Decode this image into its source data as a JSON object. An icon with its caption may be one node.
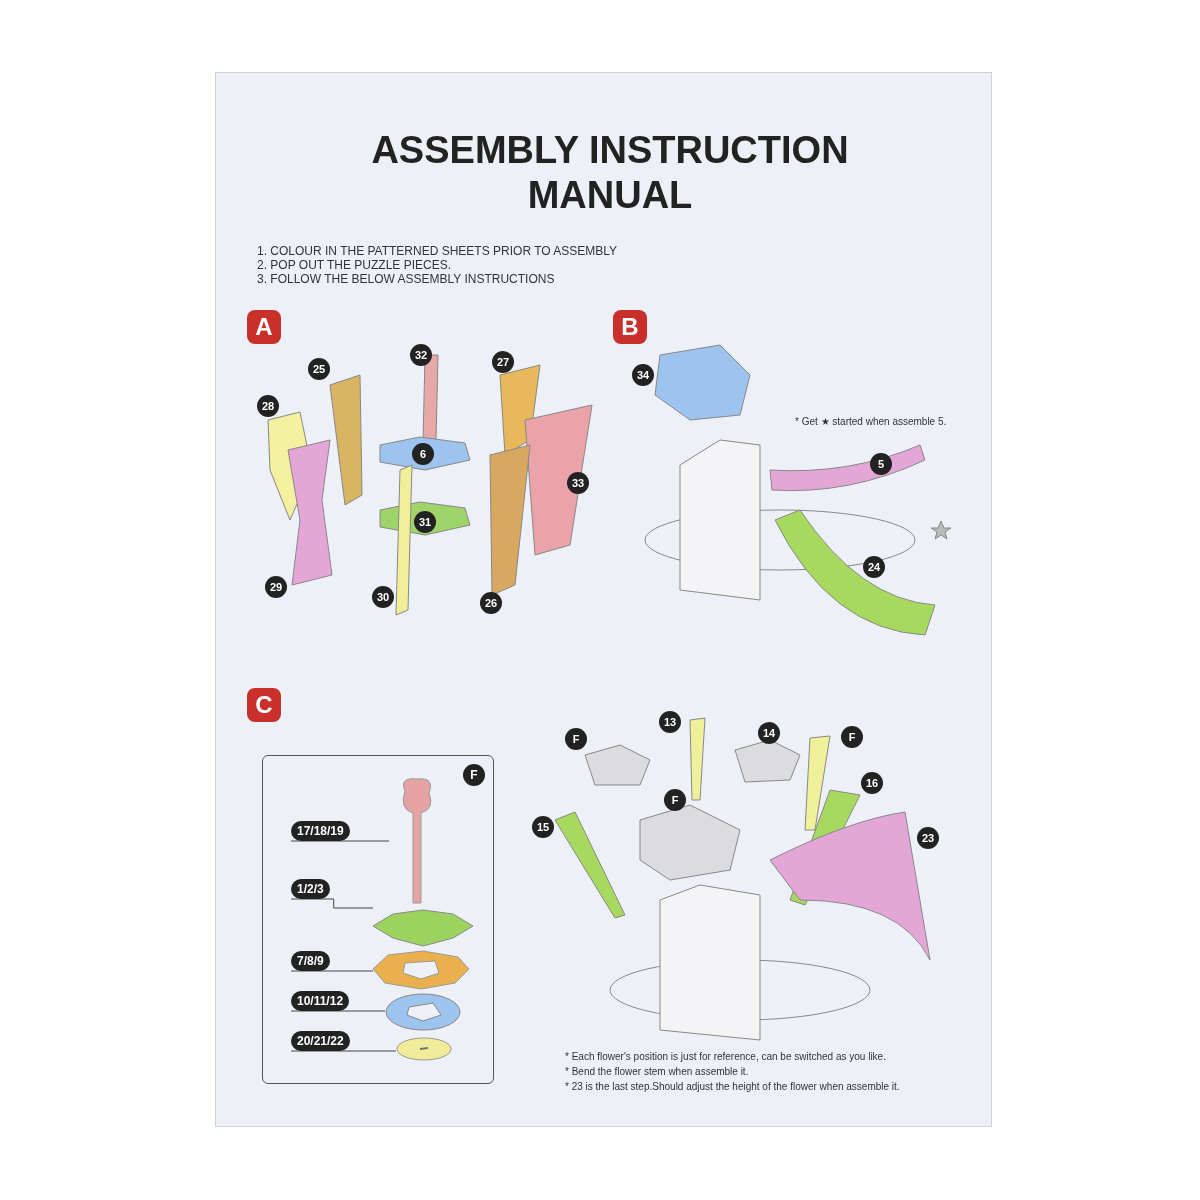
{
  "diagram": {
    "title": "ASSEMBLY INSTRUCTION MANUAL",
    "nodes": [
      {
        "text": [
          "F"
        ]
      },
      {
        "text": [
          "17/18/19"
        ],
        "in": 0
      },
      {
        "text": [],
        "shape": "picture",
        "in": 0
      },
      {
        "text": [
          "1/2/3"
        ],
        "in": 0
      },
      {
        "text": [],
        "shape": "picture",
        "in": 0
      },
      {
        "text": [
          "7/8/9"
        ],
        "in": 0
      },
      {
        "text": [],
        "shape": "picture",
        "in": 0
      },
      {
        "text": [
          "10/11/12"
        ],
        "in": 0
      },
      {
        "text": [],
        "shape": "picture",
        "in": 0
      },
      {
        "text": [
          "20/21/22"
        ],
        "in": 0
      },
      {
        "text": [],
        "shape": "circle",
        "in": 0
      }
    ],
    "edges": [
      {
        "from": 1,
        "to": 2,
        "arrow": "none"
      },
      {
        "from": 3,
        "to": 4,
        "arrow": "none"
      },
      {
        "from": 5,
        "to": 6,
        "arrow": "none"
      },
      {
        "from": 7,
        "to": 8,
        "arrow": "none"
      },
      {
        "from": 9,
        "to": 10,
        "arrow": "none"
      }
    ],
    "labels": [
      "1. COLOUR IN THE PATTERNED SHEETS PRIOR TO ASSEMBLY",
      "2. POP OUT THE PUZZLE PIECES.",
      "3. FOLLOW THE BELOW ASSEMBLY INSTRUCTIONS",
      "A",
      "B",
      "32",
      "27",
      "25",
      "34",
      "28",
      "* Get ★ started when assemble 5.",
      "6",
      "5",
      "33",
      "31",
      "24",
      "29",
      "30",
      "26",
      "C",
      "13",
      "F",
      "14",
      "F",
      "F",
      "16",
      "15",
      "23",
      "* Each flower's position is just for reference, can be switched as you like.",
      "* Bend the flower stem when assemble it.",
      "* 23 is the last step.Should adjust the height of the flower when assemble it."
    ]
  }
}
